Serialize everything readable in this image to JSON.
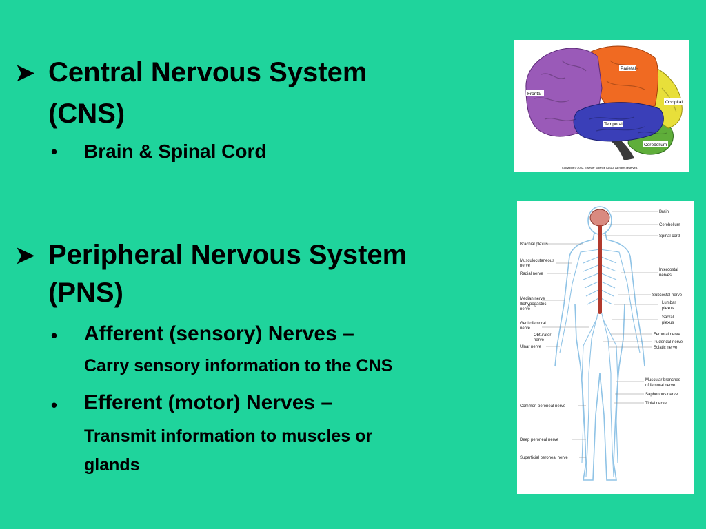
{
  "cns": {
    "heading_line1": "Central Nervous System",
    "heading_line2": "(CNS)",
    "bullet": "Brain & Spinal Cord"
  },
  "pns": {
    "heading_line1": "Peripheral Nervous System",
    "heading_line2": "(PNS)",
    "afferent_title": "Afferent (sensory) Nerves –",
    "afferent_desc": "Carry sensory information to the CNS",
    "efferent_title": "Efferent (motor) Nerves –",
    "efferent_desc_line1": "Transmit information to muscles or",
    "efferent_desc_line2": "glands"
  },
  "brain_figure": {
    "labels": {
      "frontal": "Frontal",
      "parietal": "Parietal",
      "occipital": "Occipital",
      "temporal": "Temporal",
      "cerebellum": "Cerebellum"
    },
    "copyright": "Copyright © 2002, Elsevier Science (USA). All rights reserved."
  },
  "body_figure": {
    "right_labels": {
      "brain": "Brain",
      "cerebellum": "Cerebellum",
      "spinal_cord": "Spinal cord",
      "intercostal_1": "Intercostal",
      "intercostal_2": "nerves",
      "subcostal": "Subcostal nerve",
      "lumbar_1": "Lumbar",
      "lumbar_2": "plexus",
      "sacral_1": "Sacral",
      "sacral_2": "plexus",
      "femoral": "Femoral nerve",
      "pudendal": "Pudendal nerve",
      "sciatic": "Sciatic nerve",
      "muscular_1": "Muscular branches",
      "muscular_2": "of femoral nerve",
      "saphenous": "Saphenous nerve",
      "tibial": "Tibial nerve"
    },
    "left_labels": {
      "brachial": "Brachial plexus",
      "musculo_1": "Musculocutaneous",
      "musculo_2": "nerve",
      "radial": "Radial nerve",
      "median": "Median nerve",
      "ilio_1": "Iliohypogastric",
      "ilio_2": "nerve",
      "genito_1": "Genitofemoral",
      "genito_2": "nerve",
      "obturator_1": "Obturator",
      "obturator_2": "nerve",
      "ulnar": "Ulnar nerve",
      "common_peroneal": "Common peroneal nerve",
      "deep_peroneal": "Deep peroneal nerve",
      "superficial_peroneal": "Superficial peroneal nerve"
    }
  },
  "colors": {
    "background": "#1fd49c",
    "frontal": "#9a5ab8",
    "parietal": "#f06a22",
    "occipital": "#e8df3a",
    "temporal": "#3a3fb8",
    "cerebellum": "#5fae3a",
    "nerve": "#8fc3e6",
    "spinal_cord": "#b23a2e"
  }
}
